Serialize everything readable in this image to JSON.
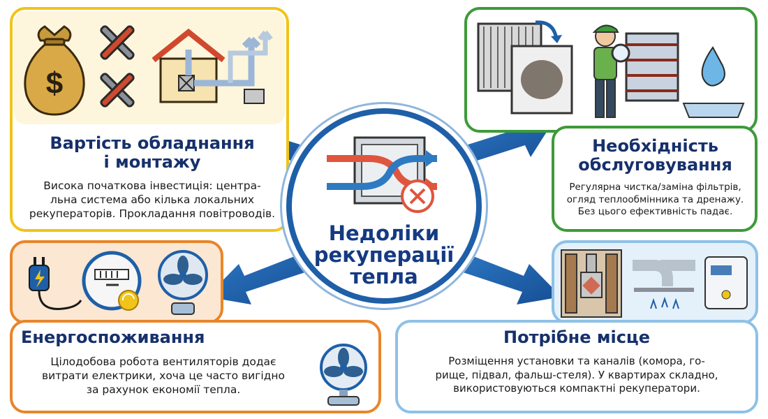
{
  "center": {
    "title_lines": [
      "Недоліки",
      "рекуперації",
      "тепла"
    ]
  },
  "cards": {
    "cost": {
      "title_lines": [
        "Вартість обладнання",
        "і монтажу"
      ],
      "body_lines": [
        "Висока початкова інвестиція: центра-",
        "льна система або кілька локальних",
        "рекуператорів. Прокладання повітроводів."
      ],
      "color": "#f0c419"
    },
    "maintenance": {
      "title_lines": [
        "Необхідність",
        "обслуговування"
      ],
      "body_lines": [
        "Регулярна чистка/заміна фільтрів,",
        "огляд теплообмінника та дренажу.",
        "Без цього ефективність падає."
      ],
      "color": "#3e9a3a"
    },
    "energy": {
      "title_lines": [
        "Енергоспоживання"
      ],
      "body_lines": [
        "Цілодобова робота вентиляторів додає",
        "витрати електрики, хоча це часто вигідно",
        "за рахунок економії тепла."
      ],
      "color": "#e8862a"
    },
    "space": {
      "title_lines": [
        "Потрібне місце"
      ],
      "body_lines": [
        "Розміщення установки та каналів (комора, го-",
        "рище, підвал, фальш-стеля). У квартирах складно,",
        "використовуються компактні рекуператори."
      ],
      "color": "#8ec1e6"
    }
  },
  "icons": {
    "cost": [
      "money-bag-icon",
      "wrench-hammer-icon",
      "house-ducts-icon"
    ],
    "maintenance": [
      "filter-replace-icon",
      "technician-icon",
      "water-drop-icon"
    ],
    "energy": [
      "power-plug-icon",
      "electric-meter-icon",
      "fan-icon"
    ],
    "space": [
      "closet-unit-icon",
      "ceiling-duct-icon",
      "wall-unit-icon"
    ],
    "center": [
      "heat-exchanger-icon",
      "cross-circle-icon"
    ]
  },
  "colors": {
    "arrow": "#1e5fa8",
    "title": "#16306b",
    "cross": "#e0553d"
  }
}
